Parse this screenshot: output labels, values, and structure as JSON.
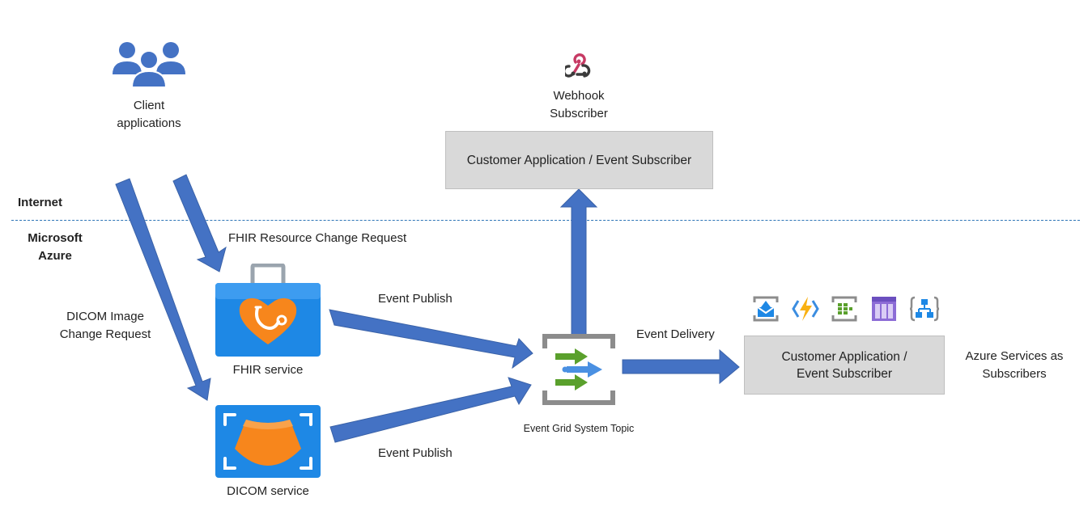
{
  "zones": {
    "internet": "Internet",
    "azure_line1": "Microsoft",
    "azure_line2": "Azure"
  },
  "client": {
    "line1": "Client",
    "line2": "applications",
    "icon": "users-icon"
  },
  "webhook": {
    "line1": "Webhook",
    "line2": "Subscriber",
    "icon": "webhook-icon"
  },
  "top_subscriber": {
    "label": "Customer Application / Event Subscriber"
  },
  "right_subscriber": {
    "line1": "Customer Application /",
    "line2": "Event Subscriber"
  },
  "azure_services": {
    "line1": "Azure Services as",
    "line2": "Subscribers",
    "icons": [
      "event-hubs-icon",
      "azure-functions-icon",
      "storage-queue-icon",
      "service-bus-icon",
      "logic-apps-icon"
    ]
  },
  "fhir": {
    "label": "FHIR service",
    "request": "FHIR Resource Change Request",
    "icon": "fhir-service-icon"
  },
  "dicom": {
    "label": "DICOM service",
    "request_line1": "DICOM Image",
    "request_line2": "Change Request",
    "icon": "dicom-service-icon"
  },
  "event_grid": {
    "label": "Event Grid System Topic",
    "icon": "event-grid-icon"
  },
  "flows": {
    "publish_top": "Event Publish",
    "publish_bottom": "Event Publish",
    "delivery": "Event Delivery"
  },
  "colors": {
    "arrow": "#4472c4",
    "divider": "#2e75b6",
    "box": "#d9d9d9",
    "service_blue": "#1e88e5",
    "service_orange": "#f7861c"
  }
}
